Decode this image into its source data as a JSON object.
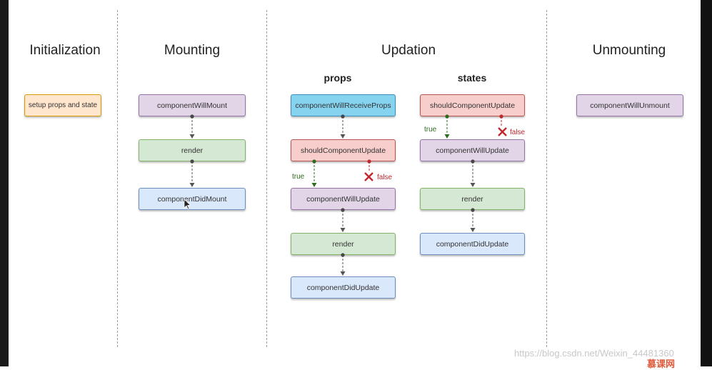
{
  "sections": {
    "initialization": "Initialization",
    "mounting": "Mounting",
    "updation": "Updation",
    "unmounting": "Unmounting"
  },
  "subsections": {
    "props": "props",
    "states": "states"
  },
  "initialization": {
    "setup": "setup props and state"
  },
  "mounting": {
    "will_mount": "componentWillMount",
    "render": "render",
    "did_mount": "componentDidMount"
  },
  "props_flow": {
    "receive_props": "componentWillReceiveProps",
    "should_update": "shouldComponentUpdate",
    "will_update": "componentWillUpdate",
    "render": "render",
    "did_update": "componentDidUpdate",
    "true_label": "true",
    "false_label": "false"
  },
  "states_flow": {
    "should_update": "shouldComponentUpdate",
    "will_update": "componentWillUpdate",
    "render": "render",
    "did_update": "componentDidUpdate",
    "true_label": "true",
    "false_label": "false"
  },
  "unmounting": {
    "will_unmount": "componentWillUnmount"
  },
  "footer": {
    "watermark": "https://blog.csdn.net/Weixin_44481360",
    "brand": "慕课网"
  },
  "colors": {
    "lifecycle_purple": "#e1d5e7",
    "render_green": "#d5e8d4",
    "did_blue": "#dae8fc",
    "should_red": "#f8cecc",
    "receive_cyan": "#86d3f0",
    "setup_orange": "#ffe6cc",
    "true_green": "#2d6b1f",
    "false_red": "#c0272d"
  }
}
